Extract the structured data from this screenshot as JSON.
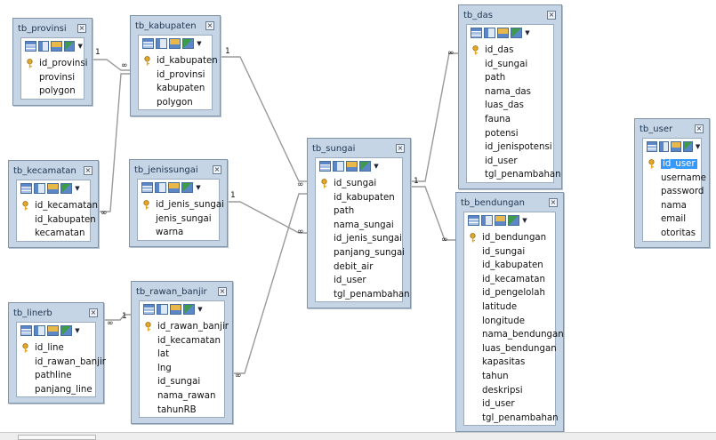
{
  "tables": [
    {
      "id": "tb_provinsi",
      "title": "tb_provinsi",
      "fields": [
        "id_provinsi",
        "provinsi",
        "polygon"
      ],
      "pk": 0
    },
    {
      "id": "tb_kabupaten",
      "title": "tb_kabupaten",
      "fields": [
        "id_kabupaten",
        "id_provinsi",
        "kabupaten",
        "polygon"
      ],
      "pk": 0
    },
    {
      "id": "tb_kecamatan",
      "title": "tb_kecamatan",
      "fields": [
        "id_kecamatan",
        "id_kabupaten",
        "kecamatan"
      ],
      "pk": 0
    },
    {
      "id": "tb_jenissungai",
      "title": "tb_jenissungai",
      "fields": [
        "id_jenis_sungai",
        "jenis_sungai",
        "warna"
      ],
      "pk": 0
    },
    {
      "id": "tb_linerb",
      "title": "tb_linerb",
      "fields": [
        "id_line",
        "id_rawan_banjir",
        "pathline",
        "panjang_line"
      ],
      "pk": 0
    },
    {
      "id": "tb_rawan_banjir",
      "title": "tb_rawan_banjir",
      "fields": [
        "id_rawan_banjir",
        "id_kecamatan",
        "lat",
        "lng",
        "id_sungai",
        "nama_rawan",
        "tahunRB"
      ],
      "pk": 0
    },
    {
      "id": "tb_sungai",
      "title": "tb_sungai",
      "fields": [
        "id_sungai",
        "id_kabupaten",
        "path",
        "nama_sungai",
        "id_jenis_sungai",
        "panjang_sungai",
        "debit_air",
        "id_user",
        "tgl_penambahan"
      ],
      "pk": 0
    },
    {
      "id": "tb_das",
      "title": "tb_das",
      "fields": [
        "id_das",
        "id_sungai",
        "path",
        "nama_das",
        "luas_das",
        "fauna",
        "potensi",
        "id_jenispotensi",
        "id_user",
        "tgl_penambahan"
      ],
      "pk": 0
    },
    {
      "id": "tb_bendungan",
      "title": "tb_bendungan",
      "fields": [
        "id_bendungan",
        "id_sungai",
        "id_kabupaten",
        "id_kecamatan",
        "id_pengelolah",
        "latitude",
        "longitude",
        "nama_bendungan",
        "luas_bendungan",
        "kapasitas",
        "tahun",
        "deskripsi",
        "id_user",
        "tgl_penambahan"
      ],
      "pk": 0
    },
    {
      "id": "tb_user",
      "title": "tb_user",
      "fields": [
        "id_user",
        "username",
        "password",
        "nama",
        "email",
        "otoritas"
      ],
      "pk": 0,
      "selected": 0
    }
  ],
  "close_glyph": "×",
  "dropdown_glyph": "▼",
  "cardinality": {
    "one": "1",
    "many": "∞"
  },
  "colors": {
    "header": "#c5d5e6",
    "border": "#8193a8",
    "selection": "#3399ff",
    "key": "#e0a92a",
    "link": "#9a9a9a"
  },
  "icons": [
    "browse-icon",
    "structure-icon",
    "indexes-icon",
    "relations-icon",
    "primary-key-icon",
    "close-icon"
  ]
}
